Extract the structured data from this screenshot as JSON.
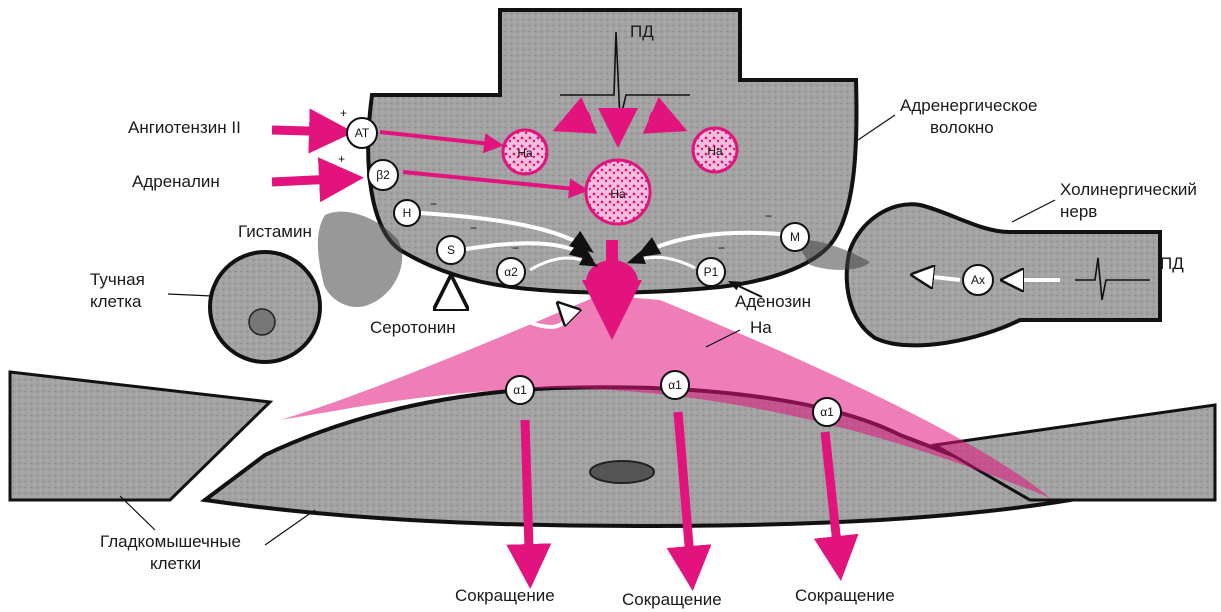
{
  "labels": {
    "pd_top": "ПД",
    "adrenergic_fiber": [
      "Адренергическое",
      "волокно"
    ],
    "cholinergic_nerve": [
      "Холинергический",
      "нерв"
    ],
    "pd_right": "ПД",
    "angiotensin": "Ангиотензин II",
    "adrenaline": "Адреналин",
    "histamine": "Гистамин",
    "mast_cell": [
      "Тучная",
      "клетка"
    ],
    "serotonin": "Серотонин",
    "adenosine": "Аденозин",
    "na_released": "На",
    "smooth_muscle": [
      "Гладкомышечные",
      "клетки"
    ],
    "contraction": [
      "Сокращение",
      "Сокращение",
      "Сокращение"
    ]
  },
  "receptors": {
    "at": "AT",
    "beta2": "β2",
    "h": "H",
    "s": "S",
    "alpha2": "α2",
    "p1": "P1",
    "m": "M",
    "ax": "Ax",
    "alpha1": [
      "α1",
      "α1",
      "α1"
    ]
  },
  "vesicles": [
    "На",
    "На",
    "На"
  ],
  "signs": {
    "plus": "+",
    "minus": "−"
  },
  "colors": {
    "accent": "#e2137d",
    "tissue": "#9b9b9b",
    "outline": "#1a1a1a"
  }
}
